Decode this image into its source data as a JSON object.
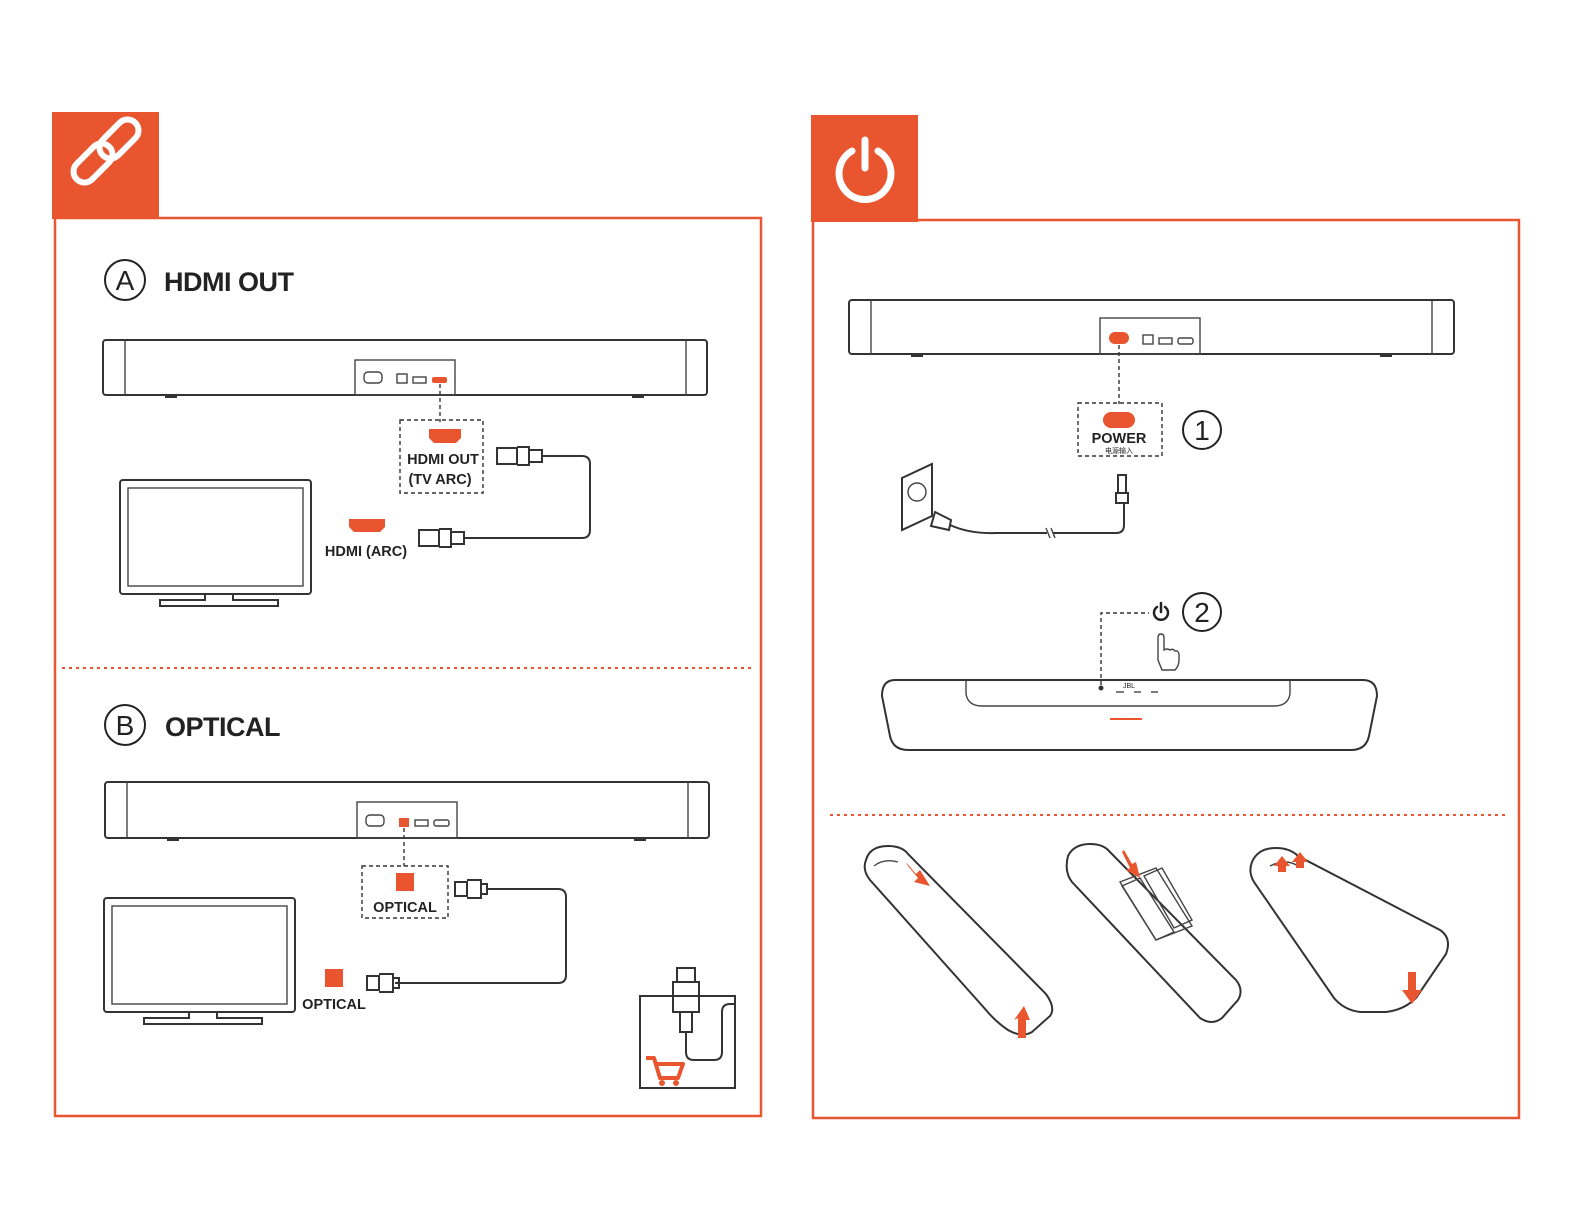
{
  "colors": {
    "accent": "#e8552e",
    "line": "#333333"
  },
  "connect_panel": {
    "icon": "link-icon",
    "section_a": {
      "letter": "A",
      "title": "HDMI OUT",
      "port_label_line1": "HDMI OUT",
      "port_label_line2": "(TV ARC)",
      "tv_port_label": "HDMI (ARC)"
    },
    "section_b": {
      "letter": "B",
      "title": "OPTICAL",
      "port_label": "OPTICAL",
      "tv_port_label": "OPTICAL",
      "accessory_icon": "shopping-cart-icon"
    }
  },
  "power_panel": {
    "icon": "power-icon",
    "step1": {
      "number": "1",
      "port_label": "POWER",
      "port_sublabel": "电源输入"
    },
    "step2": {
      "number": "2",
      "brand": "JBL",
      "button_icon": "power-icon",
      "hand_icon": "pointing-hand-icon"
    },
    "remote_steps": [
      "open-cover",
      "insert-batteries",
      "close-cover"
    ]
  }
}
